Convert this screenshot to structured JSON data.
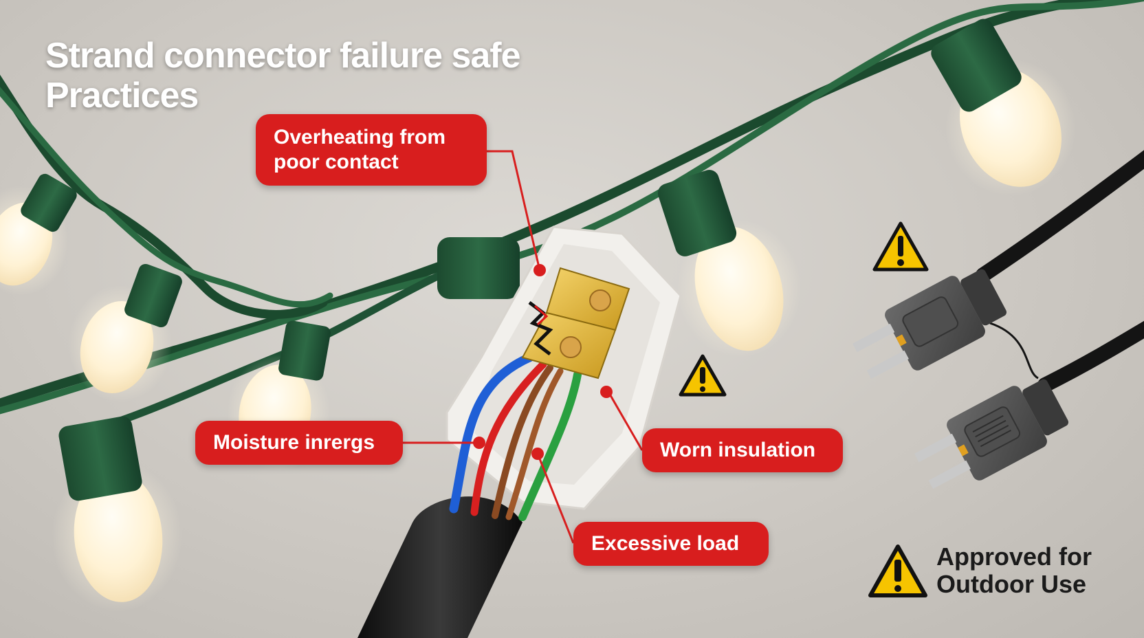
{
  "title": "Strand connector failure safe Practices",
  "callouts": {
    "overheating": "Overheating from poor contact",
    "moisture": "Moisture inrergs",
    "worn_insulation": "Worn insulation",
    "excessive_load": "Excessive load"
  },
  "approved_label": "Approved for Outdoor Use",
  "icons": {
    "warning": "warning-triangle-icon",
    "plug": "plug-icon",
    "bulb": "light-bulb-icon"
  },
  "colors": {
    "callout_red": "#d81e1e",
    "wire_green": "#1f4f33",
    "warning_yellow": "#f6c400",
    "bulb_glow": "#fff3d6"
  }
}
